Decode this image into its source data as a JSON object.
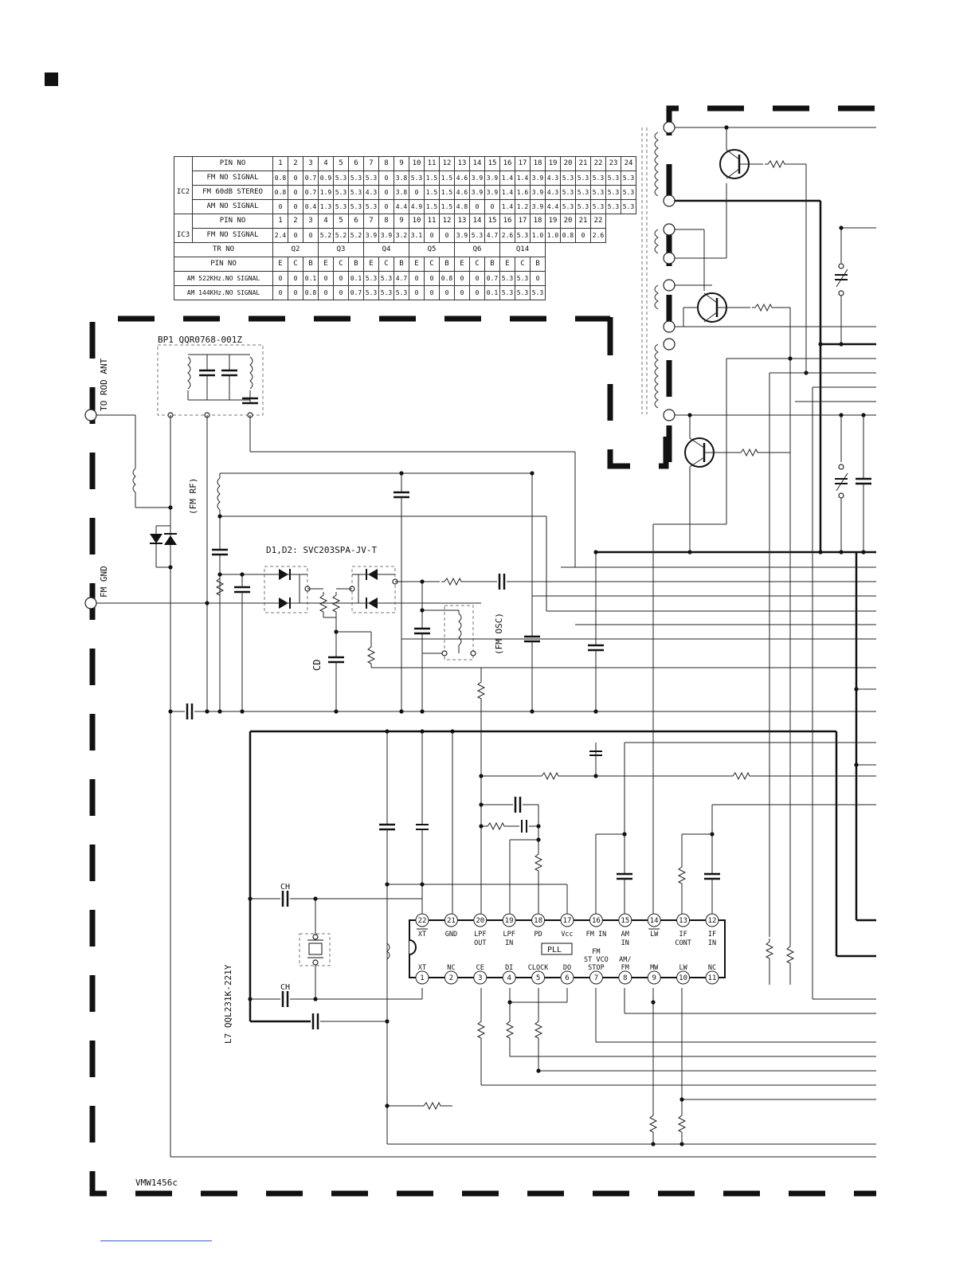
{
  "table": {
    "ic2": {
      "pins_label": "PIN NO",
      "pins": [
        "1",
        "2",
        "3",
        "4",
        "5",
        "6",
        "7",
        "8",
        "9",
        "10",
        "11",
        "12",
        "13",
        "14",
        "15",
        "16",
        "17",
        "18",
        "19",
        "20",
        "21",
        "22",
        "23",
        "24"
      ],
      "group": "IC2",
      "rows": [
        {
          "label": "FM NO SIGNAL",
          "cells": [
            "0.8",
            "0",
            "0.7",
            "0.9",
            "5.3",
            "5.3",
            "5.3",
            "0",
            "3.8",
            "5.3",
            "1.5",
            "1.5",
            "4.6",
            "3.9",
            "3.9",
            "1.4",
            "1.4",
            "3.9",
            "4.3",
            "5.3",
            "5.3",
            "5.3",
            "5.3",
            "5.3"
          ]
        },
        {
          "label": "FM 60dB STEREO",
          "cells": [
            "0.8",
            "0",
            "0.7",
            "1.9",
            "5.3",
            "5.3",
            "4.3",
            "0",
            "3.8",
            "0",
            "1.5",
            "1.5",
            "4.6",
            "3.9",
            "3.9",
            "1.4",
            "1.6",
            "3.9",
            "4.3",
            "5.3",
            "5.3",
            "5.3",
            "5.3",
            "5.3"
          ]
        },
        {
          "label": "AM NO SIGNAL",
          "cells": [
            "0",
            "0",
            "0.4",
            "1.3",
            "5.3",
            "5.3",
            "5.3",
            "0",
            "4.4",
            "4.9",
            "1.5",
            "1.5",
            "4.8",
            "0",
            "0",
            "1.4",
            "1.2",
            "3.9",
            "4.4",
            "5.3",
            "5.3",
            "5.3",
            "5.3",
            "5.3"
          ]
        }
      ]
    },
    "ic3": {
      "pins_label": "PIN NO",
      "pins": [
        "1",
        "2",
        "3",
        "4",
        "5",
        "6",
        "7",
        "8",
        "9",
        "10",
        "11",
        "12",
        "13",
        "14",
        "15",
        "16",
        "17",
        "18",
        "19",
        "20",
        "21",
        "22"
      ],
      "group": "IC3",
      "rows": [
        {
          "label": "FM NO SIGNAL",
          "cells": [
            "2.4",
            "0",
            "0",
            "5.2",
            "5.2",
            "5.2",
            "3.9",
            "3.9",
            "3.2",
            "3.1",
            "0",
            "0",
            "3.9",
            "5.3",
            "4.7",
            "2.6",
            "5.3",
            "1.0",
            "1.0",
            "0.8",
            "0",
            "2.6"
          ]
        }
      ]
    },
    "tr": {
      "label": "TR NO",
      "transistors": [
        "Q2",
        "Q3",
        "Q4",
        "Q5",
        "Q6",
        "Q14"
      ],
      "pins_label": "PIN NO",
      "ecb": [
        "E",
        "C",
        "B"
      ],
      "rows": [
        {
          "label": "AM 522KHz.NO SIGNAL",
          "cells": [
            "0",
            "0",
            "0.1",
            "0",
            "0",
            "0.1",
            "5.3",
            "5.3",
            "4.7",
            "0",
            "0",
            "0.8",
            "0",
            "0",
            "0.7",
            "5.3",
            "5.3",
            "0"
          ]
        },
        {
          "label": "AM 144KHz.NO SIGNAL",
          "cells": [
            "0",
            "0",
            "0.8",
            "0",
            "0",
            "0.7",
            "5.3",
            "5.3",
            "5.3",
            "0",
            "0",
            "0",
            "0",
            "0",
            "0.1",
            "5.3",
            "5.3",
            "5.3"
          ]
        }
      ]
    }
  },
  "labels": {
    "bp1": "BP1  QQR0768-001Z",
    "to_rod_ant": "TO ROD ANT",
    "fm_gnd": "FM GND",
    "fm_rf": "(FM RF)",
    "d1d2": "D1,D2: SVC203SPA-JV-T",
    "fm_osc": "(FM OSC)",
    "l7": "L7  QQL231K-221Y",
    "ch": "CH",
    "cd": "CD",
    "pll": "PLL",
    "code": "VMW1456c"
  },
  "ic_pins": {
    "top": [
      {
        "n": "22",
        "name": "XT",
        "bar": true
      },
      {
        "n": "21",
        "name": "GND"
      },
      {
        "n": "20",
        "name": "LPF\nOUT"
      },
      {
        "n": "19",
        "name": "LPF\nIN"
      },
      {
        "n": "18",
        "name": "PD"
      },
      {
        "n": "17",
        "name": "Vcc"
      },
      {
        "n": "16",
        "name": "FM IN"
      },
      {
        "n": "15",
        "name": "AM\nIN"
      },
      {
        "n": "14",
        "name": "LW",
        "bar": true
      },
      {
        "n": "13",
        "name": "IF\nCONT"
      },
      {
        "n": "12",
        "name": "IF\nIN"
      }
    ],
    "bottom": [
      {
        "n": "1",
        "name": "XT"
      },
      {
        "n": "2",
        "name": "NC"
      },
      {
        "n": "3",
        "name": "CE"
      },
      {
        "n": "4",
        "name": "DI"
      },
      {
        "n": "5",
        "name": "CLOCK"
      },
      {
        "n": "6",
        "name": "DO"
      },
      {
        "n": "7",
        "name": "FM\nST VCO\nSTOP"
      },
      {
        "n": "8",
        "name": "AM/\nFM"
      },
      {
        "n": "9",
        "name": "MW"
      },
      {
        "n": "10",
        "name": "LW"
      },
      {
        "n": "11",
        "name": "NC"
      }
    ]
  }
}
